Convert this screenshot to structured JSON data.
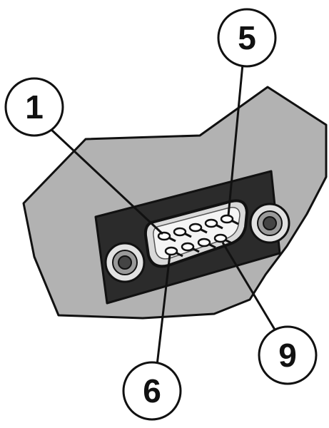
{
  "diagram": {
    "callouts": [
      {
        "id": "pin1",
        "label": "1"
      },
      {
        "id": "pin5",
        "label": "5"
      },
      {
        "id": "pin6",
        "label": "6"
      },
      {
        "id": "pin9",
        "label": "9"
      }
    ],
    "connector": {
      "pins_top_row": 5,
      "pins_bottom_row": 4
    },
    "colors": {
      "panel": "#b2b2b2",
      "shell_dark": "#2b2b2b",
      "metal": "#d9d9d9",
      "outline": "#111111"
    }
  }
}
